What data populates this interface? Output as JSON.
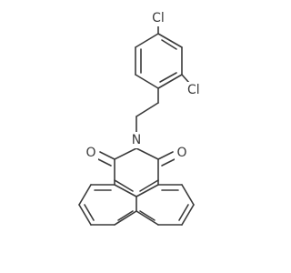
{
  "diagram": {
    "kind": "chemical-structure",
    "atom_labels": {
      "cl_top": "Cl",
      "cl_right": "Cl",
      "nitrogen": "N",
      "oxygen_left": "O",
      "oxygen_right": "O"
    }
  }
}
